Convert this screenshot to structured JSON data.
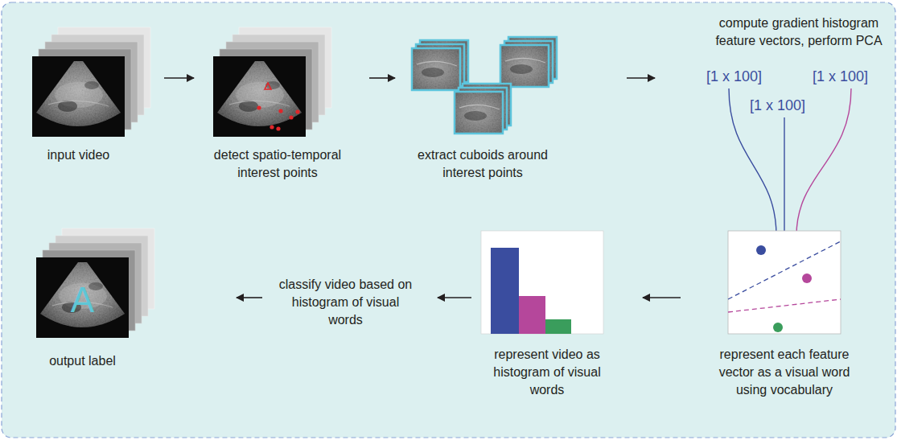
{
  "diagram": {
    "nodes": [
      {
        "text": [
          "input video"
        ]
      },
      {
        "text": [
          "detect spatio-temporal interest points"
        ]
      },
      {
        "text": [
          "extract cuboids around interest points"
        ]
      },
      {
        "text": [
          "compute gradient histogram feature vectors, perform PCA"
        ]
      },
      {
        "text": [
          "represent each feature vector as a visual word using vocabulary"
        ]
      },
      {
        "text": [
          "represent video as histogram of visual words"
        ]
      },
      {
        "text": [
          "classify video based on histogram of visual words"
        ]
      },
      {
        "text": [
          "A",
          "output label"
        ]
      }
    ],
    "edges": [
      {
        "from": 0,
        "to": 1,
        "arrow": "to"
      },
      {
        "from": 1,
        "to": 2,
        "arrow": "to"
      },
      {
        "from": 2,
        "to": 3,
        "arrow": "to"
      },
      {
        "from": 4,
        "to": 5,
        "arrow": "to"
      },
      {
        "from": 5,
        "to": 6,
        "arrow": "to"
      },
      {
        "from": 6,
        "to": 7,
        "arrow": "to"
      }
    ],
    "labels": [
      "[1 x 100]",
      "[1 x 100]",
      "[1 x 100]"
    ]
  }
}
